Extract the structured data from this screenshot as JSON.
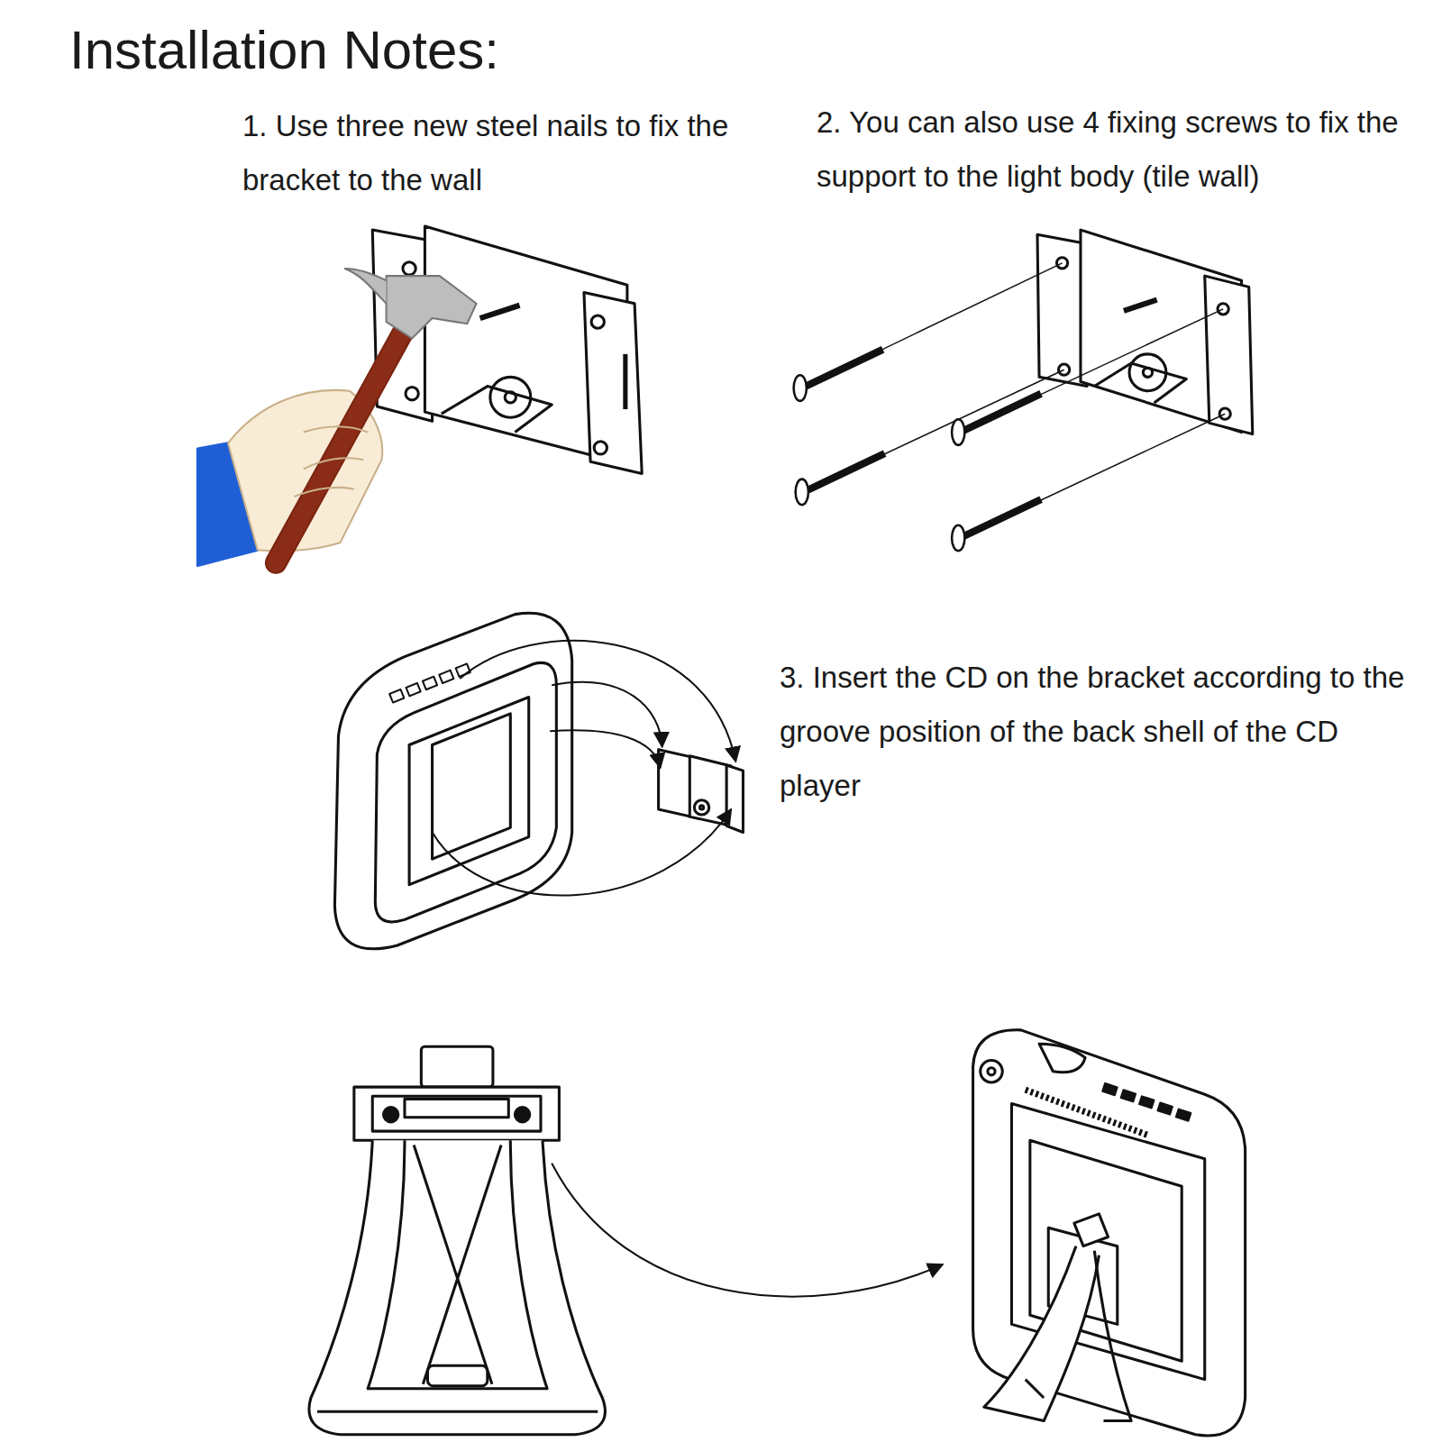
{
  "diagram": {
    "title": "Installation Notes:",
    "labels": [
      "1. Use three new steel nails to fix the bracket to the wall",
      "2. You can also use 4 fixing screws to fix the support to the light body (tile wall)",
      "3. Insert the CD on the bracket according to the groove position of the back shell of the CD player"
    ]
  }
}
